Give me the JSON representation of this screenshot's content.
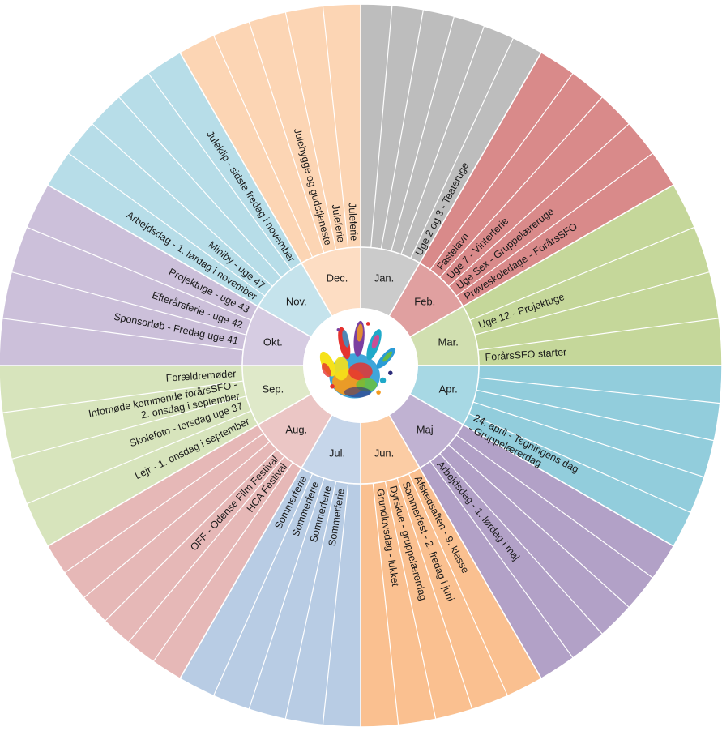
{
  "months": [
    {
      "label": "Jan.",
      "color": "#bdbdbd",
      "inner_color": "#cbcbcb",
      "events": [
        "",
        "",
        "",
        "",
        "",
        "Uge 2 og 3 - Teateruge"
      ]
    },
    {
      "label": "Feb.",
      "color": "#d98a8a",
      "inner_color": "#e0a0a0",
      "events": [
        "",
        "Fastelavn",
        "Uge 7 - Vinterferie",
        "Uge Sex - Gruppelæreruge",
        "Prøveskoledage - ForårsSFO"
      ]
    },
    {
      "label": "Mar.",
      "color": "#c5d79a",
      "inner_color": "#d1dfb0",
      "events": [
        "",
        "Uge 12 - Projektuge",
        "",
        "ForårsSFO starter"
      ]
    },
    {
      "label": "Apr.",
      "color": "#92cddc",
      "inner_color": "#a7d8e4",
      "events": [
        "",
        "",
        "",
        "",
        "24. april - Tegningens dag - Gruppelærerdag"
      ]
    },
    {
      "label": "Maj",
      "color": "#b2a1c7",
      "inner_color": "#c0b2d2",
      "events": [
        "",
        "",
        "",
        "Arbejdsdag - 1. lørdag i maj",
        ""
      ]
    },
    {
      "label": "Jun.",
      "color": "#fac090",
      "inner_color": "#fbcca4",
      "events": [
        "Afskedsaften - 9. klasse",
        "Sommerfest - 2. fredag i juni",
        "Dyrskue - gruppelærerdag",
        "Grundlovsdag - lukket",
        ""
      ]
    },
    {
      "label": "Jul.",
      "color": "#b8cce4",
      "inner_color": "#c6d6ea",
      "events": [
        "",
        "Sommerferie",
        "Sommerferie",
        "Sommerferie",
        "Sommerferie"
      ]
    },
    {
      "label": "Aug.",
      "color": "#e6b8b7",
      "inner_color": "#ebc6c5",
      "events": [
        "",
        "HCA Festival",
        "OFF - Odense Film Festival",
        "",
        "",
        ""
      ]
    },
    {
      "label": "Sep.",
      "color": "#d7e4bc",
      "inner_color": "#dfe9c9",
      "events": [
        "Lejr - 1. onsdag i september",
        "Skolefoto - torsdag uge 37",
        "Infomøde kommende forårsSFO - 2. onsdag i september",
        "Forældremøder"
      ]
    },
    {
      "label": "Okt.",
      "color": "#ccc0da",
      "inner_color": "#d6cce2",
      "events": [
        "",
        "Sponsorløb - Fredag uge 41",
        "Efterårsferie - uge 42",
        "Projektuge - uge 43"
      ]
    },
    {
      "label": "Nov.",
      "color": "#b7dde8",
      "inner_color": "#c5e3ec",
      "events": [
        "Arbejdsdag - 1. lørdag i november",
        "Miniby - uge 47",
        "",
        "",
        "Juleklip - sidste fredag i november"
      ]
    },
    {
      "label": "Dec.",
      "color": "#fcd5b4",
      "inner_color": "#fdddc3",
      "events": [
        "",
        "",
        "Julehygge og gudstjeneste",
        "Juleferie",
        "Juleferie"
      ]
    }
  ],
  "center_icon": "colorful-handprint-logo"
}
